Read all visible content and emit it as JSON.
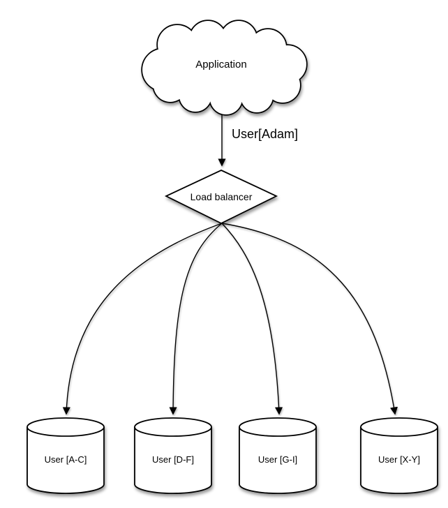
{
  "diagram": {
    "nodes": {
      "application": {
        "label": "Application",
        "type": "cloud"
      },
      "load_balancer": {
        "label": "Load balancer",
        "type": "diamond"
      },
      "shards": [
        {
          "label": "User [A-C]",
          "type": "cylinder"
        },
        {
          "label": "User [D-F]",
          "type": "cylinder"
        },
        {
          "label": "User [G-I]",
          "type": "cylinder"
        },
        {
          "label": "User [X-Y]",
          "type": "cylinder"
        }
      ]
    },
    "edges": {
      "request": {
        "label": "User[Adam]",
        "from": "application",
        "to": "load_balancer"
      },
      "routes": [
        {
          "from": "load_balancer",
          "to": "shard-0"
        },
        {
          "from": "load_balancer",
          "to": "shard-1"
        },
        {
          "from": "load_balancer",
          "to": "shard-2"
        },
        {
          "from": "load_balancer",
          "to": "shard-3"
        }
      ]
    },
    "colors": {
      "background": "#ffffff",
      "fill": "#ffffff",
      "stroke": "#000000",
      "text": "#000000"
    }
  }
}
